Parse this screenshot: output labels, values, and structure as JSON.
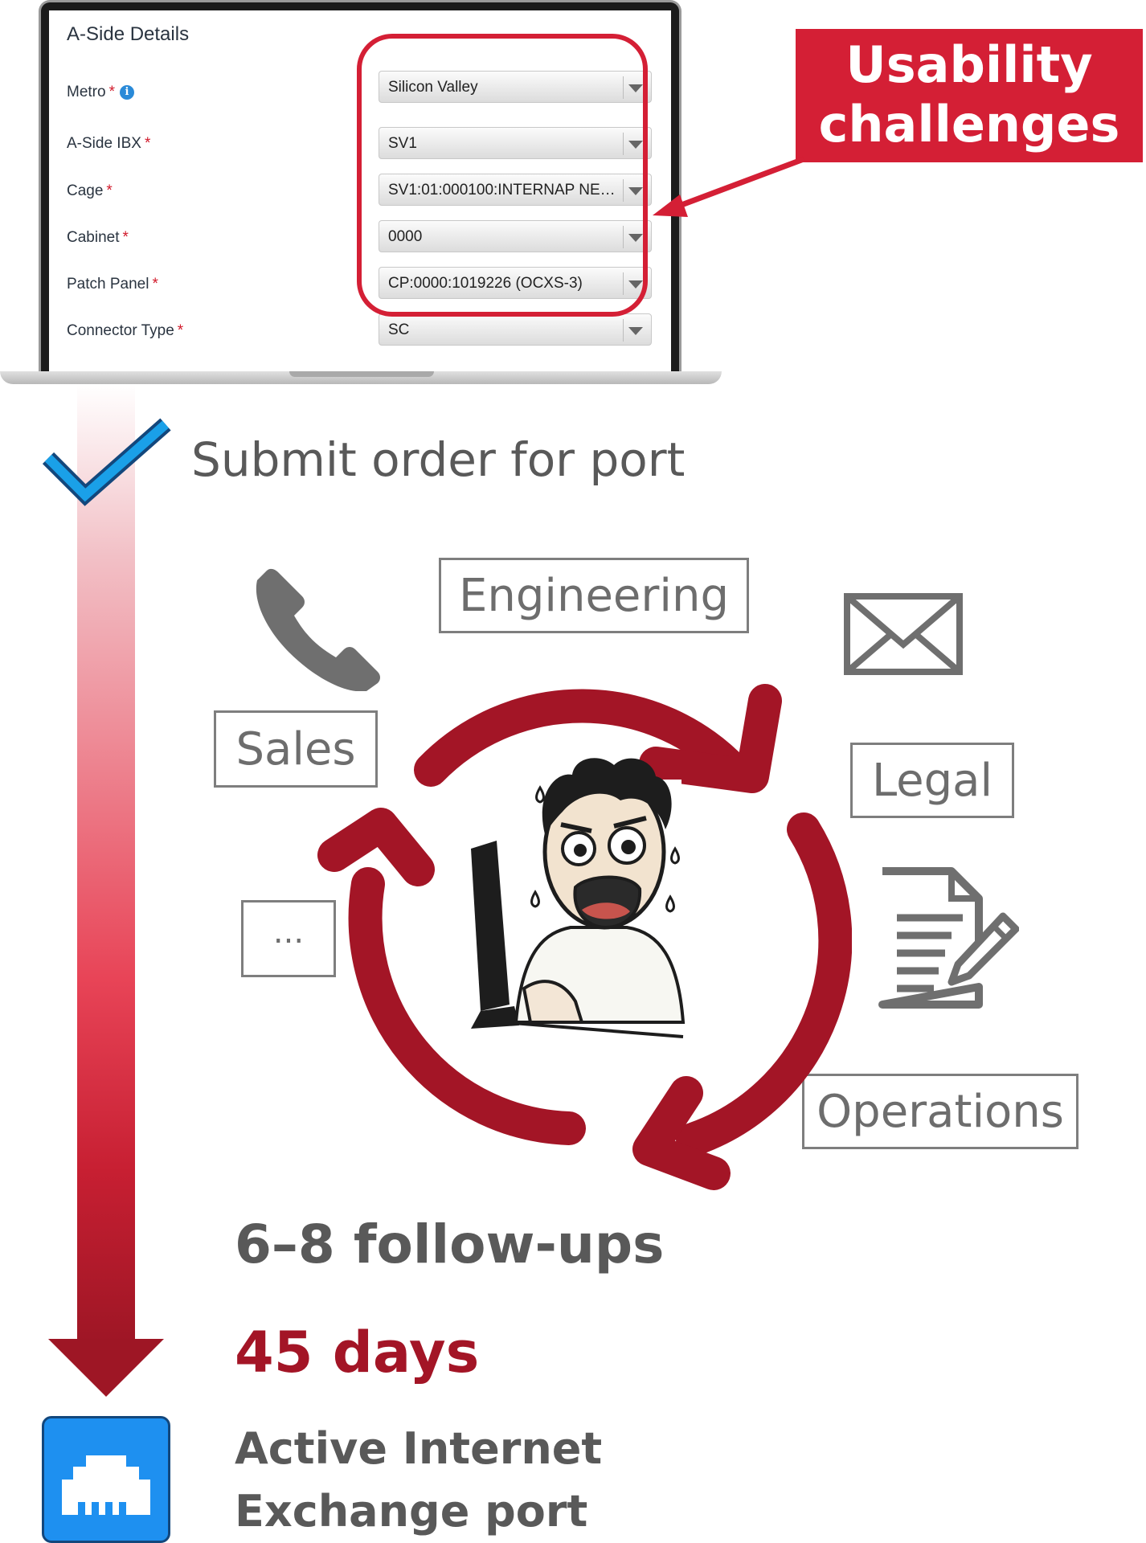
{
  "form": {
    "title": "A-Side Details",
    "fields": [
      {
        "label": "Metro",
        "value": "Silicon Valley",
        "info": "i"
      },
      {
        "label": "A-Side IBX",
        "value": "SV1"
      },
      {
        "label": "Cage",
        "value": "SV1:01:000100:INTERNAP NE…"
      },
      {
        "label": "Cabinet",
        "value": "0000"
      },
      {
        "label": "Patch Panel",
        "value": "CP:0000:1019226 (OCXS-3)"
      },
      {
        "label": "Connector Type",
        "value": "SC"
      }
    ],
    "required_mark": "*"
  },
  "callout": {
    "line1": "Usability",
    "line2": "challenges"
  },
  "step": {
    "label": "Submit order for port"
  },
  "departments": {
    "engineering": "Engineering",
    "sales": "Sales",
    "legal": "Legal",
    "more": "...",
    "operations": "Operations"
  },
  "stats": {
    "followups": "6–8 follow-ups",
    "days": "45 days"
  },
  "result": {
    "line1": "Active Internet",
    "line2": "Exchange port"
  },
  "colors": {
    "accent_red": "#d41f35",
    "dark_red": "#a31526",
    "check_blue": "#1aa0e8",
    "port_blue": "#1e90f0",
    "text_gray": "#595959",
    "icon_gray": "#6f6f6f"
  },
  "icons": [
    "phone-icon",
    "envelope-icon",
    "document-pen-icon",
    "ethernet-port-icon",
    "checkmark-icon",
    "info-icon",
    "chevron-down-icon"
  ]
}
